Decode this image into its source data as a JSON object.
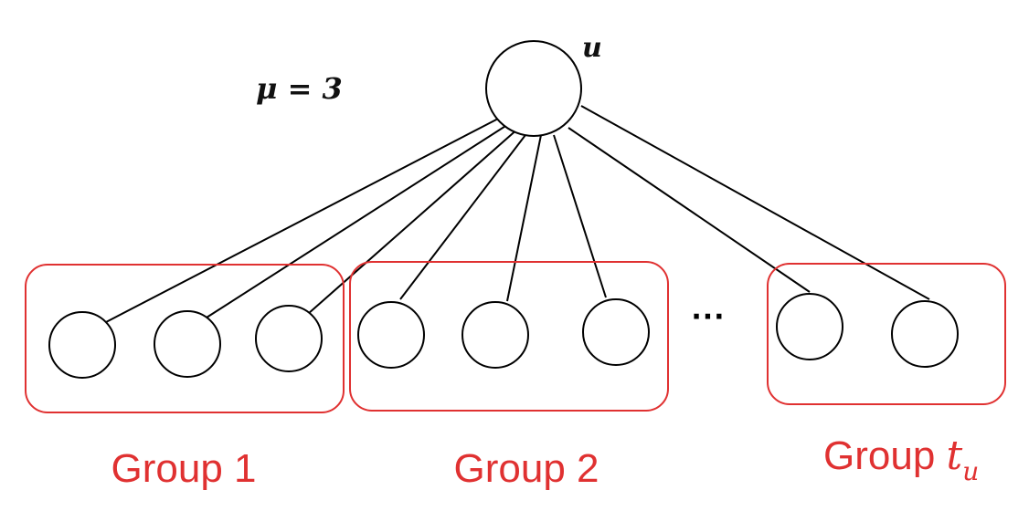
{
  "root_label": "u",
  "mu_label": "μ = 3",
  "ellipsis": "···",
  "groups": [
    {
      "label": "Group 1",
      "node_count": 3,
      "edges_from_root": 3
    },
    {
      "label": "Group 2",
      "node_count": 3,
      "edges_from_root": 3
    },
    {
      "label": "Group ",
      "label_math": "t",
      "label_subscript": "u",
      "node_count": 2,
      "edges_from_root": 2
    }
  ],
  "colors": {
    "group": "#e03131",
    "edge": "#000000",
    "node_stroke": "#000000"
  }
}
